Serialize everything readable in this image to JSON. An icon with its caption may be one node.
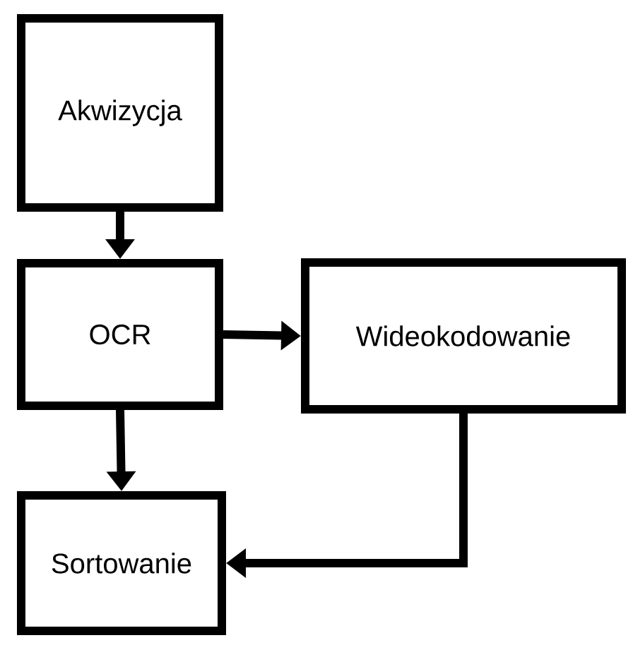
{
  "diagram": {
    "nodes": [
      {
        "text": [
          "Akwizycja"
        ]
      },
      {
        "text": [
          "OCR"
        ]
      },
      {
        "text": [
          "Wideokodowanie"
        ]
      },
      {
        "text": [
          "Sortowanie"
        ]
      }
    ],
    "edges": [
      {
        "from": 0,
        "to": 1,
        "arrow": "to"
      },
      {
        "from": 1,
        "to": 2,
        "arrow": "to"
      },
      {
        "from": 1,
        "to": 3,
        "arrow": "to"
      },
      {
        "from": 2,
        "to": 3,
        "arrow": "to"
      }
    ]
  }
}
